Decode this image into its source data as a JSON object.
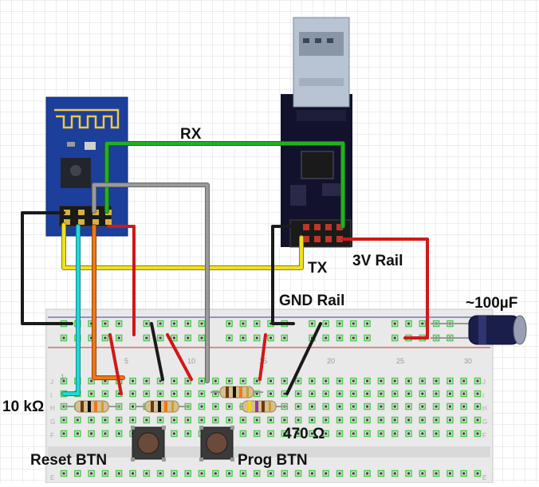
{
  "labels": {
    "rx": "RX",
    "tx": "TX",
    "rail_3v": "3V Rail",
    "gnd_rail": "GND Rail",
    "capacitor": "~100µF",
    "resistor_10k": "10 kΩ",
    "resistor_470": "470 Ω",
    "reset_button": "Reset BTN",
    "prog_button": "Prog BTN"
  },
  "breadboard_numbers": {
    "n1": "1",
    "n5": "5",
    "n10": "10",
    "n15": "15",
    "n20": "20",
    "n25": "25",
    "n30": "30"
  },
  "breadboard_rows_top": [
    "J",
    "I",
    "H",
    "G",
    "F"
  ],
  "breadboard_rows_bottom": [
    "E"
  ],
  "colors": {
    "rx_wire": "#22b022",
    "tx_wire": "#f0e020",
    "power_wire": "#d01818",
    "ground_wire": "#1a1a1a",
    "gpio0_wire": "#f07818",
    "gpio2_wire": "#909090",
    "reset_wire": "#20d8d8",
    "esp_board": "#1c3f9c",
    "usb_adapter": "#12122c"
  }
}
